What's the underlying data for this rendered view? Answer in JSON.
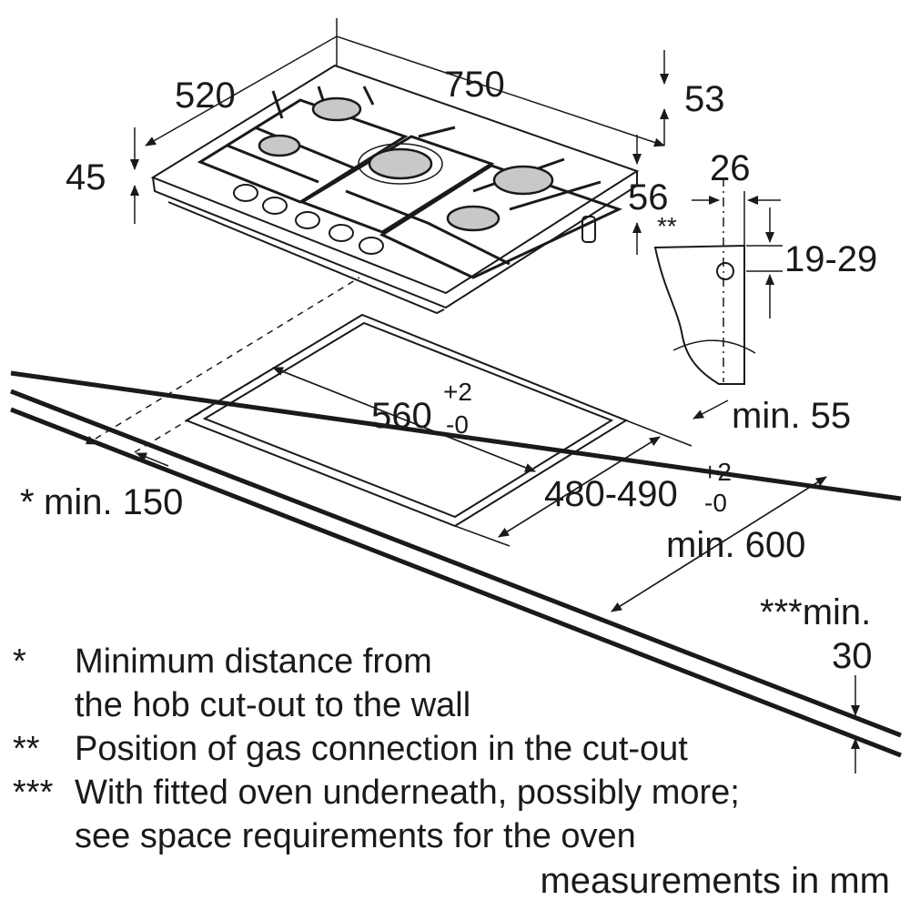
{
  "dimensions": {
    "hob_width": "750",
    "hob_depth": "520",
    "hob_height": "45",
    "right_offset_top": "53",
    "right_offset": "56",
    "gas_offset": "26",
    "gas_height": "19-29",
    "gas_marker": "**",
    "cutout_width": "560",
    "cutout_width_tol_plus": "+2",
    "cutout_width_tol_minus": "-0",
    "cutout_depth": "480-490",
    "cutout_depth_tol_plus": "+2",
    "cutout_depth_tol_minus": "-0",
    "wall_distance_marker": "*",
    "wall_distance": "min. 150",
    "worktop_depth": "min. 600",
    "front_distance": "min. 55",
    "oven_clearance_label": "***min.",
    "oven_clearance_value": "30"
  },
  "notes": [
    {
      "marker": "*",
      "lines": [
        "Minimum distance from",
        "the hob cut-out to the wall"
      ]
    },
    {
      "marker": "**",
      "lines": [
        "Position of gas connection in the cut-out"
      ]
    },
    {
      "marker": "***",
      "lines": [
        "With fitted oven underneath, possibly more;",
        "see space requirements for the oven"
      ]
    }
  ],
  "footer": "measurements in mm"
}
